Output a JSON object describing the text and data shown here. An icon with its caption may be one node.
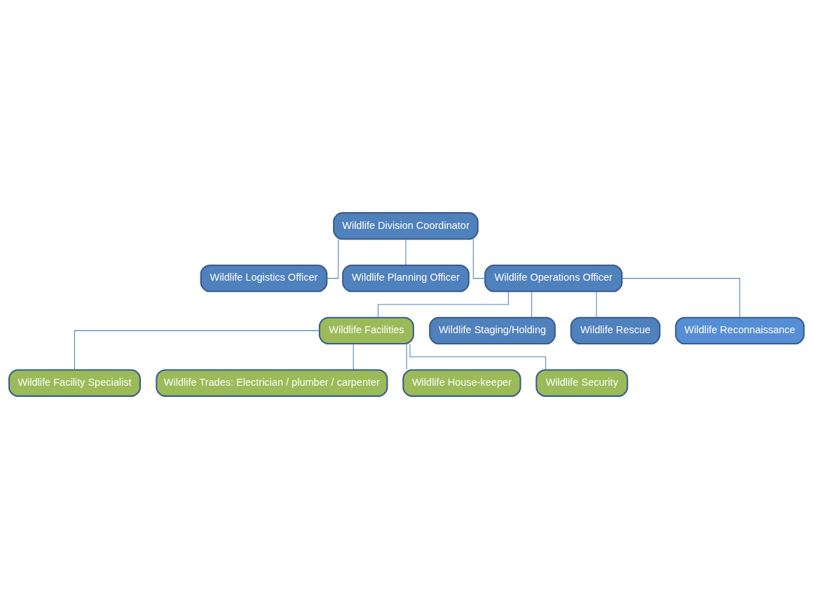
{
  "diagram": {
    "nodes": [
      {
        "text": [
          "Wildlife Division Coordinator"
        ]
      },
      {
        "text": [
          "Wildlife Logistics Officer"
        ]
      },
      {
        "text": [
          "Wildlife Planning Officer"
        ]
      },
      {
        "text": [
          "Wildlife Operations Officer"
        ]
      },
      {
        "text": [
          "Wildlife Facilities"
        ]
      },
      {
        "text": [
          "Wildlife Staging/Holding"
        ]
      },
      {
        "text": [
          "Wildlife Rescue"
        ]
      },
      {
        "text": [
          "Wildlife Reconnaissance"
        ]
      },
      {
        "text": [
          "Wildlife Facility Specialist"
        ]
      },
      {
        "text": [
          "Wildlife Trades: Electrician / plumber / carpenter"
        ]
      },
      {
        "text": [
          "Wildlife House-keeper"
        ]
      },
      {
        "text": [
          "Wildlife Security"
        ]
      }
    ],
    "edges": [
      {
        "from": 0,
        "to": 1,
        "arrow": "none"
      },
      {
        "from": 0,
        "to": 2,
        "arrow": "none"
      },
      {
        "from": 0,
        "to": 3,
        "arrow": "none"
      },
      {
        "from": 3,
        "to": 4,
        "arrow": "none"
      },
      {
        "from": 3,
        "to": 5,
        "arrow": "none"
      },
      {
        "from": 3,
        "to": 6,
        "arrow": "none"
      },
      {
        "from": 3,
        "to": 7,
        "arrow": "none"
      },
      {
        "from": 4,
        "to": 8,
        "arrow": "none"
      },
      {
        "from": 4,
        "to": 9,
        "arrow": "none"
      },
      {
        "from": 4,
        "to": 10,
        "arrow": "none"
      },
      {
        "from": 4,
        "to": 11,
        "arrow": "none"
      }
    ]
  }
}
